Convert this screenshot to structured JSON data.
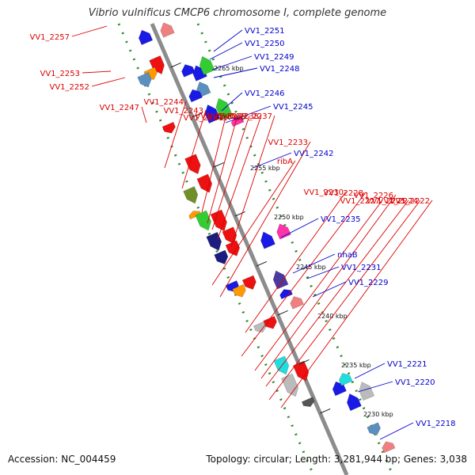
{
  "title": "Vibrio vulnificus CMCP6 chromosome I, complete genome",
  "footer": {
    "accession": "Accession: NC_004459",
    "topology": "Topology: circular; Length: 3,281,944 bp; Genes: 3,038"
  },
  "colors": {
    "backbone": "#8c8c8c",
    "dots": "#2a8a2a",
    "left_label": "#dd0000",
    "right_label": "#0000cc",
    "red": "#ee1111",
    "blue": "#1a1ae6",
    "navy": "#1c1c80",
    "green": "#33cc33",
    "olive": "#6e8f2a",
    "orange": "#ff9900",
    "pink": "#ff33aa",
    "salmon": "#f08080",
    "cyan": "#22dddd",
    "steel": "#5a8fc0",
    "gray": "#bbbbbb",
    "darkgray": "#555555",
    "purple": "#4a3aa0"
  },
  "ticks": [
    {
      "label": "2265 kbp"
    },
    {
      "label": "2260 kbp"
    },
    {
      "label": "2255 kbp"
    },
    {
      "label": "2250 kbp"
    },
    {
      "label": "2245 kbp"
    },
    {
      "label": "2240 kbp"
    },
    {
      "label": "2235 kbp"
    },
    {
      "label": "2230 kbp"
    }
  ],
  "left_labels": [
    {
      "text": "VV1_2257"
    },
    {
      "text": "VV1_2253"
    },
    {
      "text": "VV1_2252"
    },
    {
      "text": "VV1_2247"
    },
    {
      "text": "VV1_2244"
    },
    {
      "text": "VV1_2243"
    },
    {
      "text": "VV1_2241"
    },
    {
      "text": "VV1_2240"
    },
    {
      "text": "VV1_2239"
    },
    {
      "text": "VV1_2238"
    },
    {
      "text": "VV1_2237"
    },
    {
      "text": "ribA"
    },
    {
      "text": "VV1_2233"
    },
    {
      "text": "VV1_2230"
    },
    {
      "text": "VV1_2228"
    },
    {
      "text": "VV1_2227"
    },
    {
      "text": "VV1_2226"
    },
    {
      "text": "VV1_2225"
    },
    {
      "text": "VV1_2224"
    },
    {
      "text": "VV1_2222"
    }
  ],
  "right_labels": [
    {
      "text": "VV1_2251"
    },
    {
      "text": "VV1_2250"
    },
    {
      "text": "VV1_2249"
    },
    {
      "text": "VV1_2248"
    },
    {
      "text": "VV1_2246"
    },
    {
      "text": "VV1_2245"
    },
    {
      "text": "VV1_2242"
    },
    {
      "text": "VV1_2235"
    },
    {
      "text": "nhaB"
    },
    {
      "text": "VV1_2231"
    },
    {
      "text": "VV1_2229"
    },
    {
      "text": "VV1_2221"
    },
    {
      "text": "VV1_2220"
    },
    {
      "text": "VV1_2218"
    }
  ],
  "genes": [
    {
      "color": "blue",
      "strand": "-"
    },
    {
      "color": "salmon",
      "strand": "-"
    },
    {
      "color": "red",
      "strand": "+"
    },
    {
      "color": "orange",
      "strand": "+"
    },
    {
      "color": "steel",
      "strand": "+"
    },
    {
      "color": "blue",
      "strand": "-"
    },
    {
      "color": "blue",
      "strand": "-"
    },
    {
      "color": "green",
      "strand": "-"
    },
    {
      "color": "steel",
      "strand": "-"
    },
    {
      "color": "blue",
      "strand": "-"
    },
    {
      "color": "red",
      "strand": "+"
    },
    {
      "color": "blue",
      "strand": "-"
    },
    {
      "color": "green",
      "strand": "-"
    },
    {
      "color": "pink",
      "strand": "-"
    },
    {
      "color": "red",
      "strand": "+"
    },
    {
      "color": "olive",
      "strand": "+"
    },
    {
      "color": "red",
      "strand": "+"
    },
    {
      "color": "orange",
      "strand": "-"
    },
    {
      "color": "green",
      "strand": "+"
    },
    {
      "color": "red",
      "strand": "+"
    },
    {
      "color": "navy",
      "strand": "+"
    },
    {
      "color": "red",
      "strand": "+"
    },
    {
      "color": "navy",
      "strand": "+"
    },
    {
      "color": "red",
      "strand": "+"
    },
    {
      "color": "blue",
      "strand": "-"
    },
    {
      "color": "pink",
      "strand": "-"
    },
    {
      "color": "blue",
      "strand": "+"
    },
    {
      "color": "orange",
      "strand": "+"
    },
    {
      "color": "red",
      "strand": "+"
    },
    {
      "color": "purple",
      "strand": "-"
    },
    {
      "color": "blue",
      "strand": "-"
    },
    {
      "color": "salmon",
      "strand": "-"
    },
    {
      "color": "gray",
      "strand": "+"
    },
    {
      "color": "red",
      "strand": "+"
    },
    {
      "color": "cyan",
      "strand": "+"
    },
    {
      "color": "gray",
      "strand": "+"
    },
    {
      "color": "red",
      "strand": "+"
    },
    {
      "color": "darkgray",
      "strand": "+"
    },
    {
      "color": "blue",
      "strand": "-"
    },
    {
      "color": "cyan",
      "strand": "-"
    },
    {
      "color": "blue",
      "strand": "-"
    },
    {
      "color": "gray",
      "strand": "-"
    },
    {
      "color": "steel",
      "strand": "+"
    },
    {
      "color": "salmon",
      "strand": "-"
    }
  ]
}
